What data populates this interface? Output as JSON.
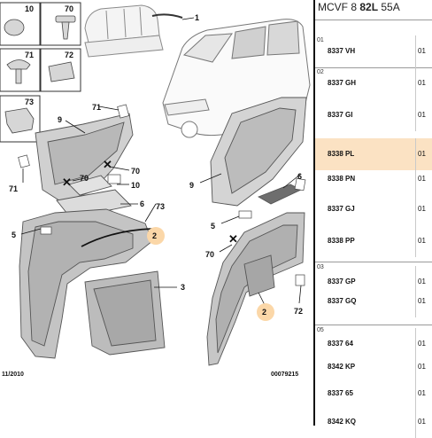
{
  "header": {
    "prefix": "MCVF 8 ",
    "bold": "82L",
    "suffix": " 55A"
  },
  "callouts": {
    "c1": "1",
    "c2": "2",
    "c3": "3",
    "c5": "5",
    "c6": "6",
    "c9": "9",
    "c10": "10",
    "c70": "70",
    "c71": "71",
    "c72": "72",
    "c73": "73"
  },
  "footer": {
    "date": "11/2010",
    "code": "00079215"
  },
  "groups": [
    "01",
    "02",
    "03",
    "05"
  ],
  "rows": [
    {
      "ref": "8337 VH",
      "qty": "01",
      "highlight": false
    },
    {
      "ref": "8337 GH",
      "qty": "01",
      "highlight": false
    },
    {
      "ref": "8337 GI",
      "qty": "01",
      "highlight": false
    },
    {
      "ref": "8338 PL",
      "qty": "01",
      "highlight": true
    },
    {
      "ref": "8338 PN",
      "qty": "01",
      "highlight": false
    },
    {
      "ref": "8337 GJ",
      "qty": "01",
      "highlight": false
    },
    {
      "ref": "8338 PP",
      "qty": "01",
      "highlight": false
    },
    {
      "ref": "8337 GP",
      "qty": "01",
      "highlight": false
    },
    {
      "ref": "8337 GQ",
      "qty": "01",
      "highlight": false
    },
    {
      "ref": "8337 64",
      "qty": "01",
      "highlight": false
    },
    {
      "ref": "8342 KP",
      "qty": "01",
      "highlight": false
    },
    {
      "ref": "8337 65",
      "qty": "01",
      "highlight": false
    },
    {
      "ref": "8342 KQ",
      "qty": "01",
      "highlight": false
    }
  ],
  "colors": {
    "highlight": "#fbe2c3",
    "callout": "#fbd7a8"
  }
}
